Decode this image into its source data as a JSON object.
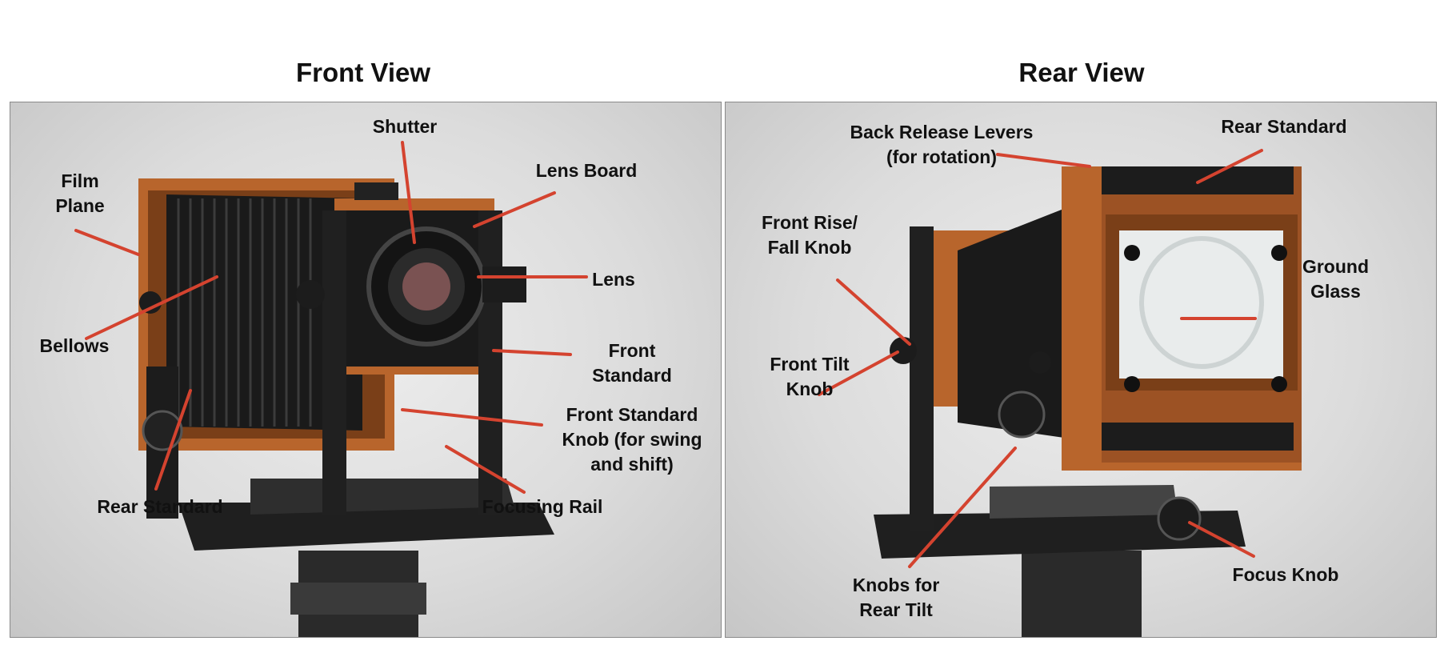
{
  "headings": {
    "front": "Front View",
    "rear": "Rear View"
  },
  "front_labels": {
    "shutter": "Shutter",
    "lens_board": "Lens Board",
    "film_plane": "Film\nPlane",
    "lens": "Lens",
    "bellows": "Bellows",
    "front_standard": "Front\nStandard",
    "front_standard_knob": "Front Standard\nKnob (for swing\nand shift)",
    "rear_standard": "Rear Standard",
    "focusing_rail": "Focusing Rail"
  },
  "rear_labels": {
    "back_release": "Back Release Levers\n(for rotation)",
    "rear_standard": "Rear Standard",
    "rise_fall": "Front Rise/\nFall Knob",
    "ground_glass": "Ground\nGlass",
    "front_tilt": "Front Tilt\nKnob",
    "knobs_rear_tilt": "Knobs for\nRear Tilt",
    "focus_knob": "Focus Knob"
  },
  "colors": {
    "leader": "#d4432f",
    "wood": "#b8652c",
    "metal": "#1c1c1c"
  }
}
